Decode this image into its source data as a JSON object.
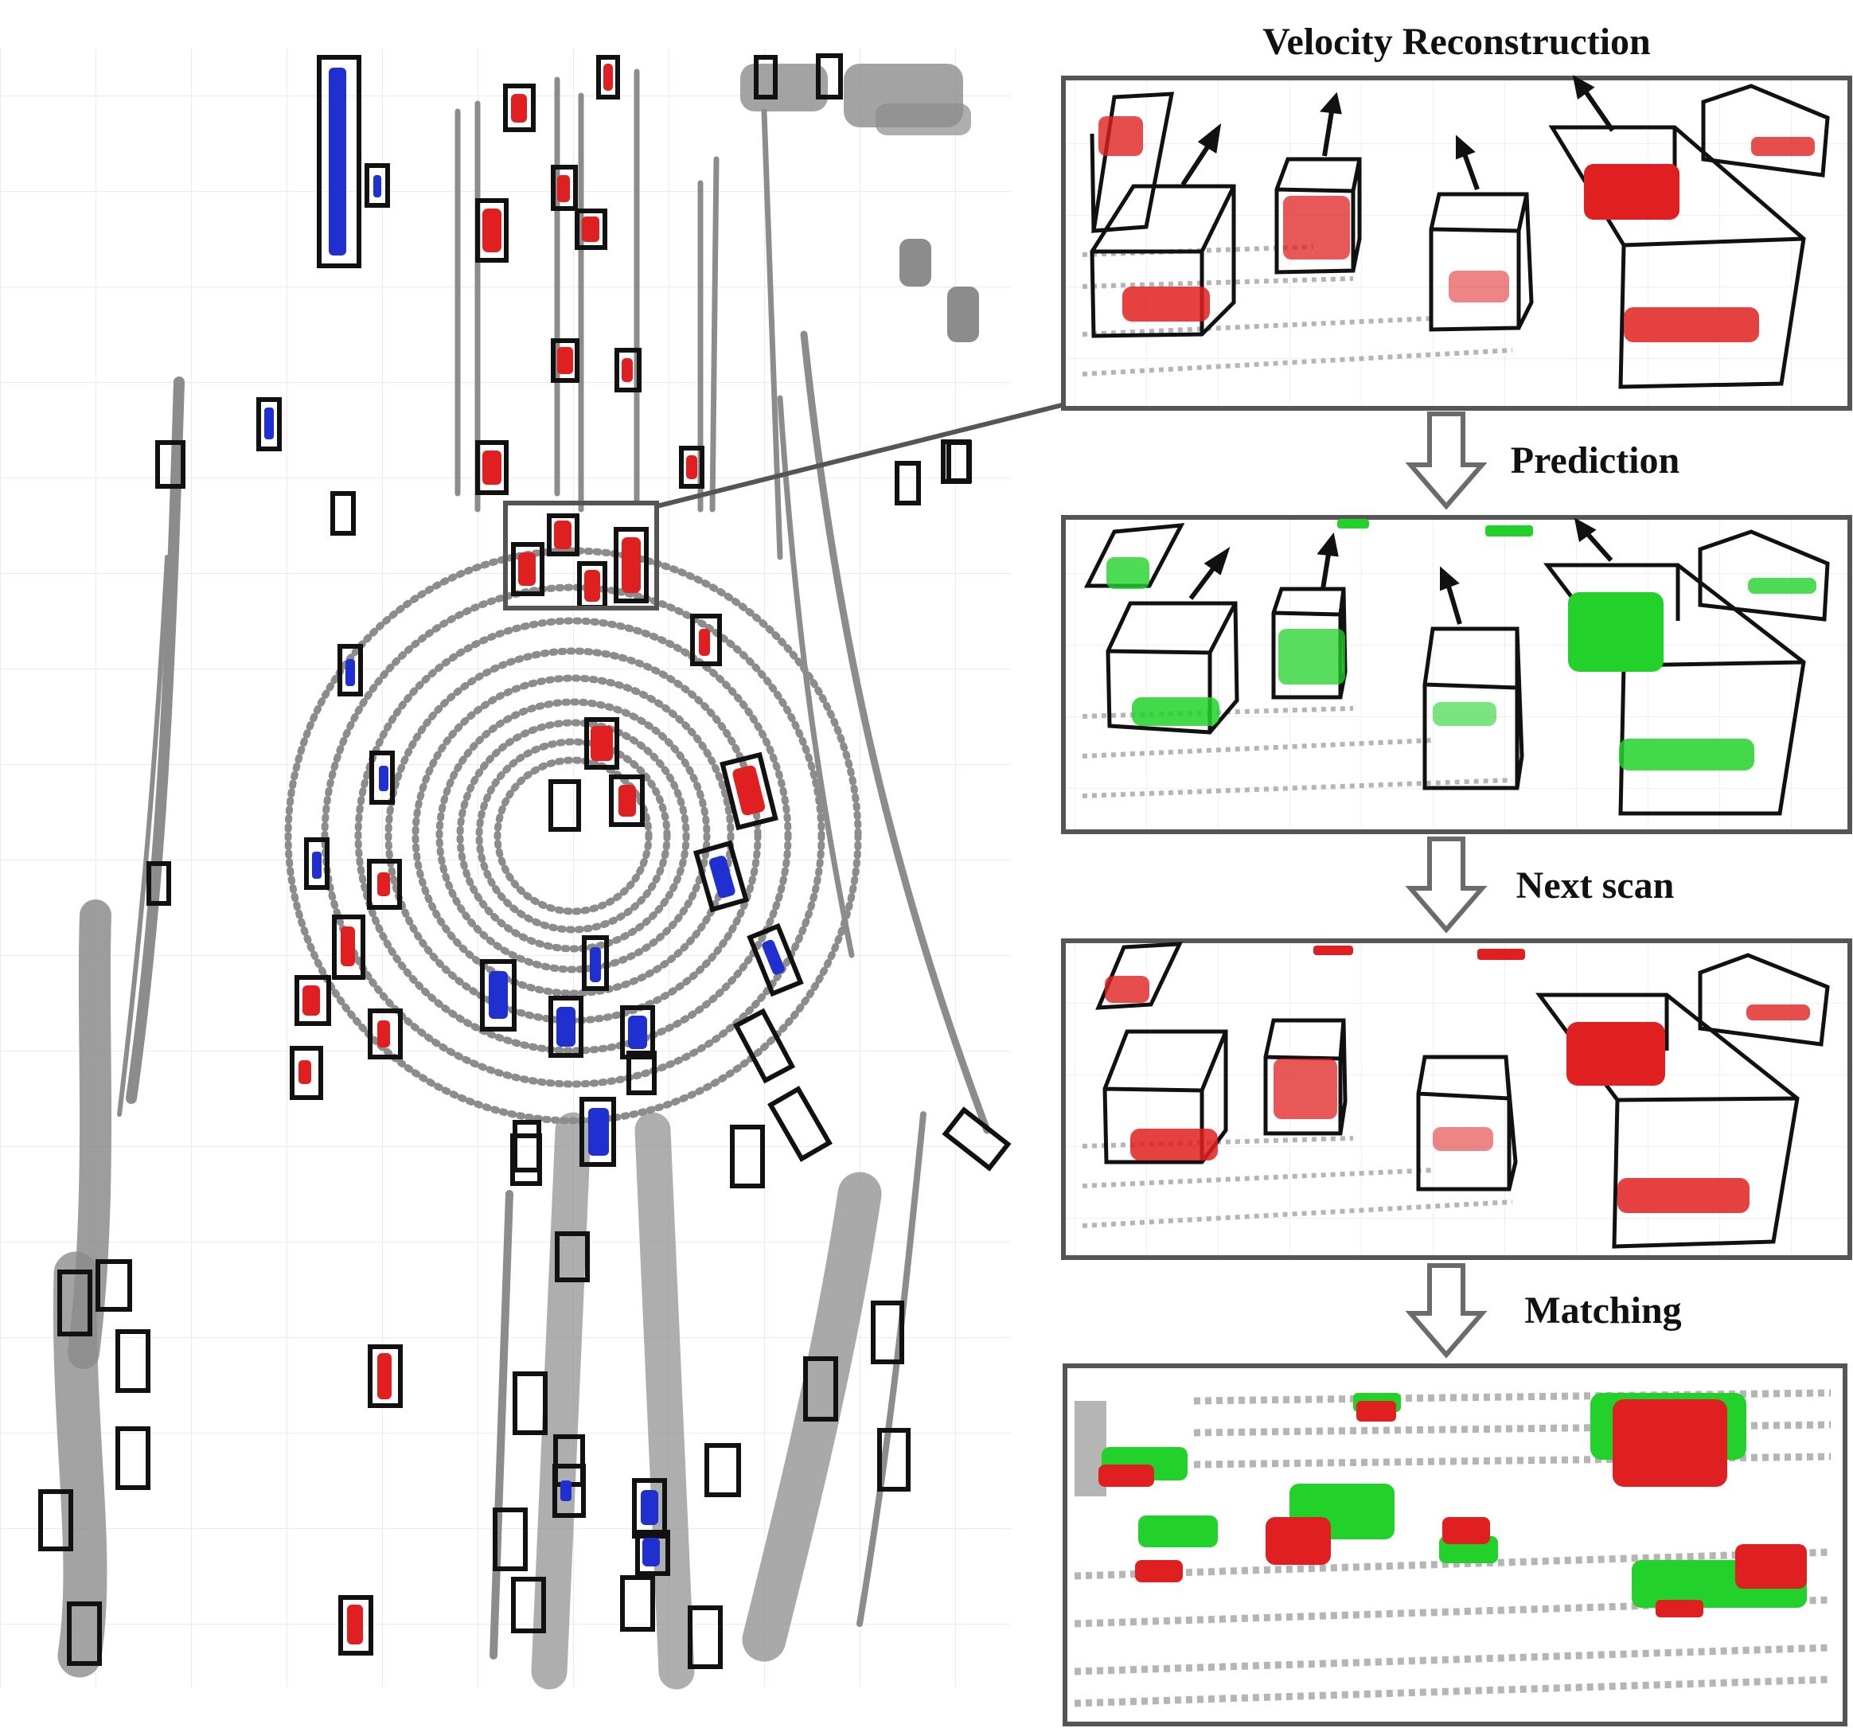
{
  "labels": {
    "velocity_reconstruction": "Velocity Reconstruction",
    "prediction": "Prediction",
    "next_scan": "Next scan",
    "matching": "Matching"
  },
  "colors": {
    "background": "#ffffff",
    "point_gray": "#8c8c8c",
    "point_light_gray": "#b5b5b5",
    "moving_red": "#e02020",
    "static_blue": "#1f2fd0",
    "predicted_green": "#22d22a",
    "box_stroke": "#111111",
    "panel_frame": "#555555",
    "flow_arrow": "#6b6b6b",
    "grid_line": "#e9ecef"
  },
  "icons": {
    "flow_arrow": "down-arrow-icon"
  }
}
